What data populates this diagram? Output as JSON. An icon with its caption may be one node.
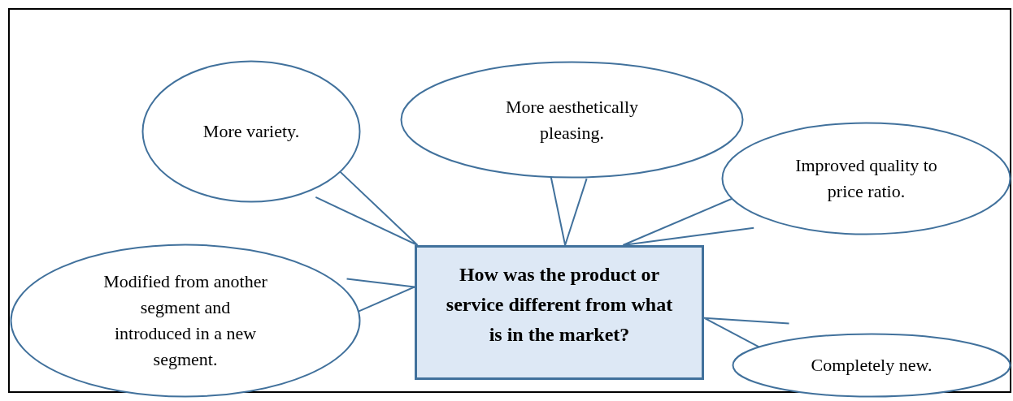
{
  "diagram": {
    "nodes": [
      {
        "text": [
          "More variety."
        ]
      },
      {
        "text": [
          "More aesthetically pleasing."
        ]
      },
      {
        "text": [
          "Improved quality to price ratio."
        ]
      },
      {
        "text": [
          "Modified from another segment and introduced in a new segment."
        ]
      },
      {
        "text": [
          "How was the product or service different from what is in the market?"
        ]
      },
      {
        "text": [
          "Completely new."
        ]
      }
    ],
    "edges": [
      {
        "from": 0,
        "to": 4,
        "arrow": "none"
      },
      {
        "from": 1,
        "to": 4,
        "arrow": "none"
      },
      {
        "from": 2,
        "to": 4,
        "arrow": "none"
      },
      {
        "from": 3,
        "to": 4,
        "arrow": "none"
      },
      {
        "from": 5,
        "to": 4,
        "arrow": "none"
      }
    ]
  }
}
